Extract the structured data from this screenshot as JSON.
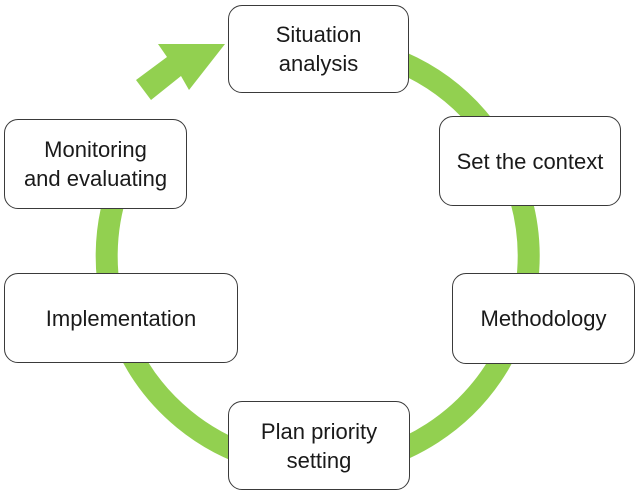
{
  "diagram": {
    "type": "cycle",
    "accent_color": "#92d050",
    "steps": [
      {
        "id": "situation",
        "label": "Situation\nanalysis"
      },
      {
        "id": "context",
        "label": "Set the context"
      },
      {
        "id": "methodology",
        "label": "Methodology"
      },
      {
        "id": "plan",
        "label": "Plan priority\nsetting"
      },
      {
        "id": "implement",
        "label": "Implementation"
      },
      {
        "id": "monitor",
        "label": "Monitoring\nand evaluating"
      }
    ],
    "arrow_target": "situation",
    "arrow_icon": "arrow-head-icon"
  }
}
